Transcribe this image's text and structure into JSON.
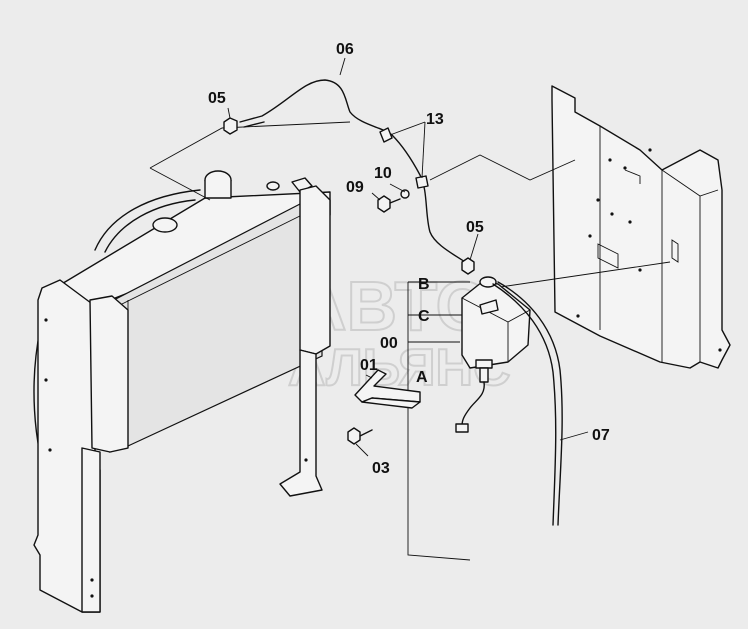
{
  "watermark": {
    "line1": "АВТО",
    "line2": "АЛЬЯНС"
  },
  "parts": {
    "p05_top": "05",
    "p06": "06",
    "p13": "13",
    "p10": "10",
    "p09": "09",
    "p05_mid": "05",
    "pB": "B",
    "pC": "C",
    "p00": "00",
    "p01": "01",
    "pA": "A",
    "p03": "03",
    "p07": "07"
  }
}
